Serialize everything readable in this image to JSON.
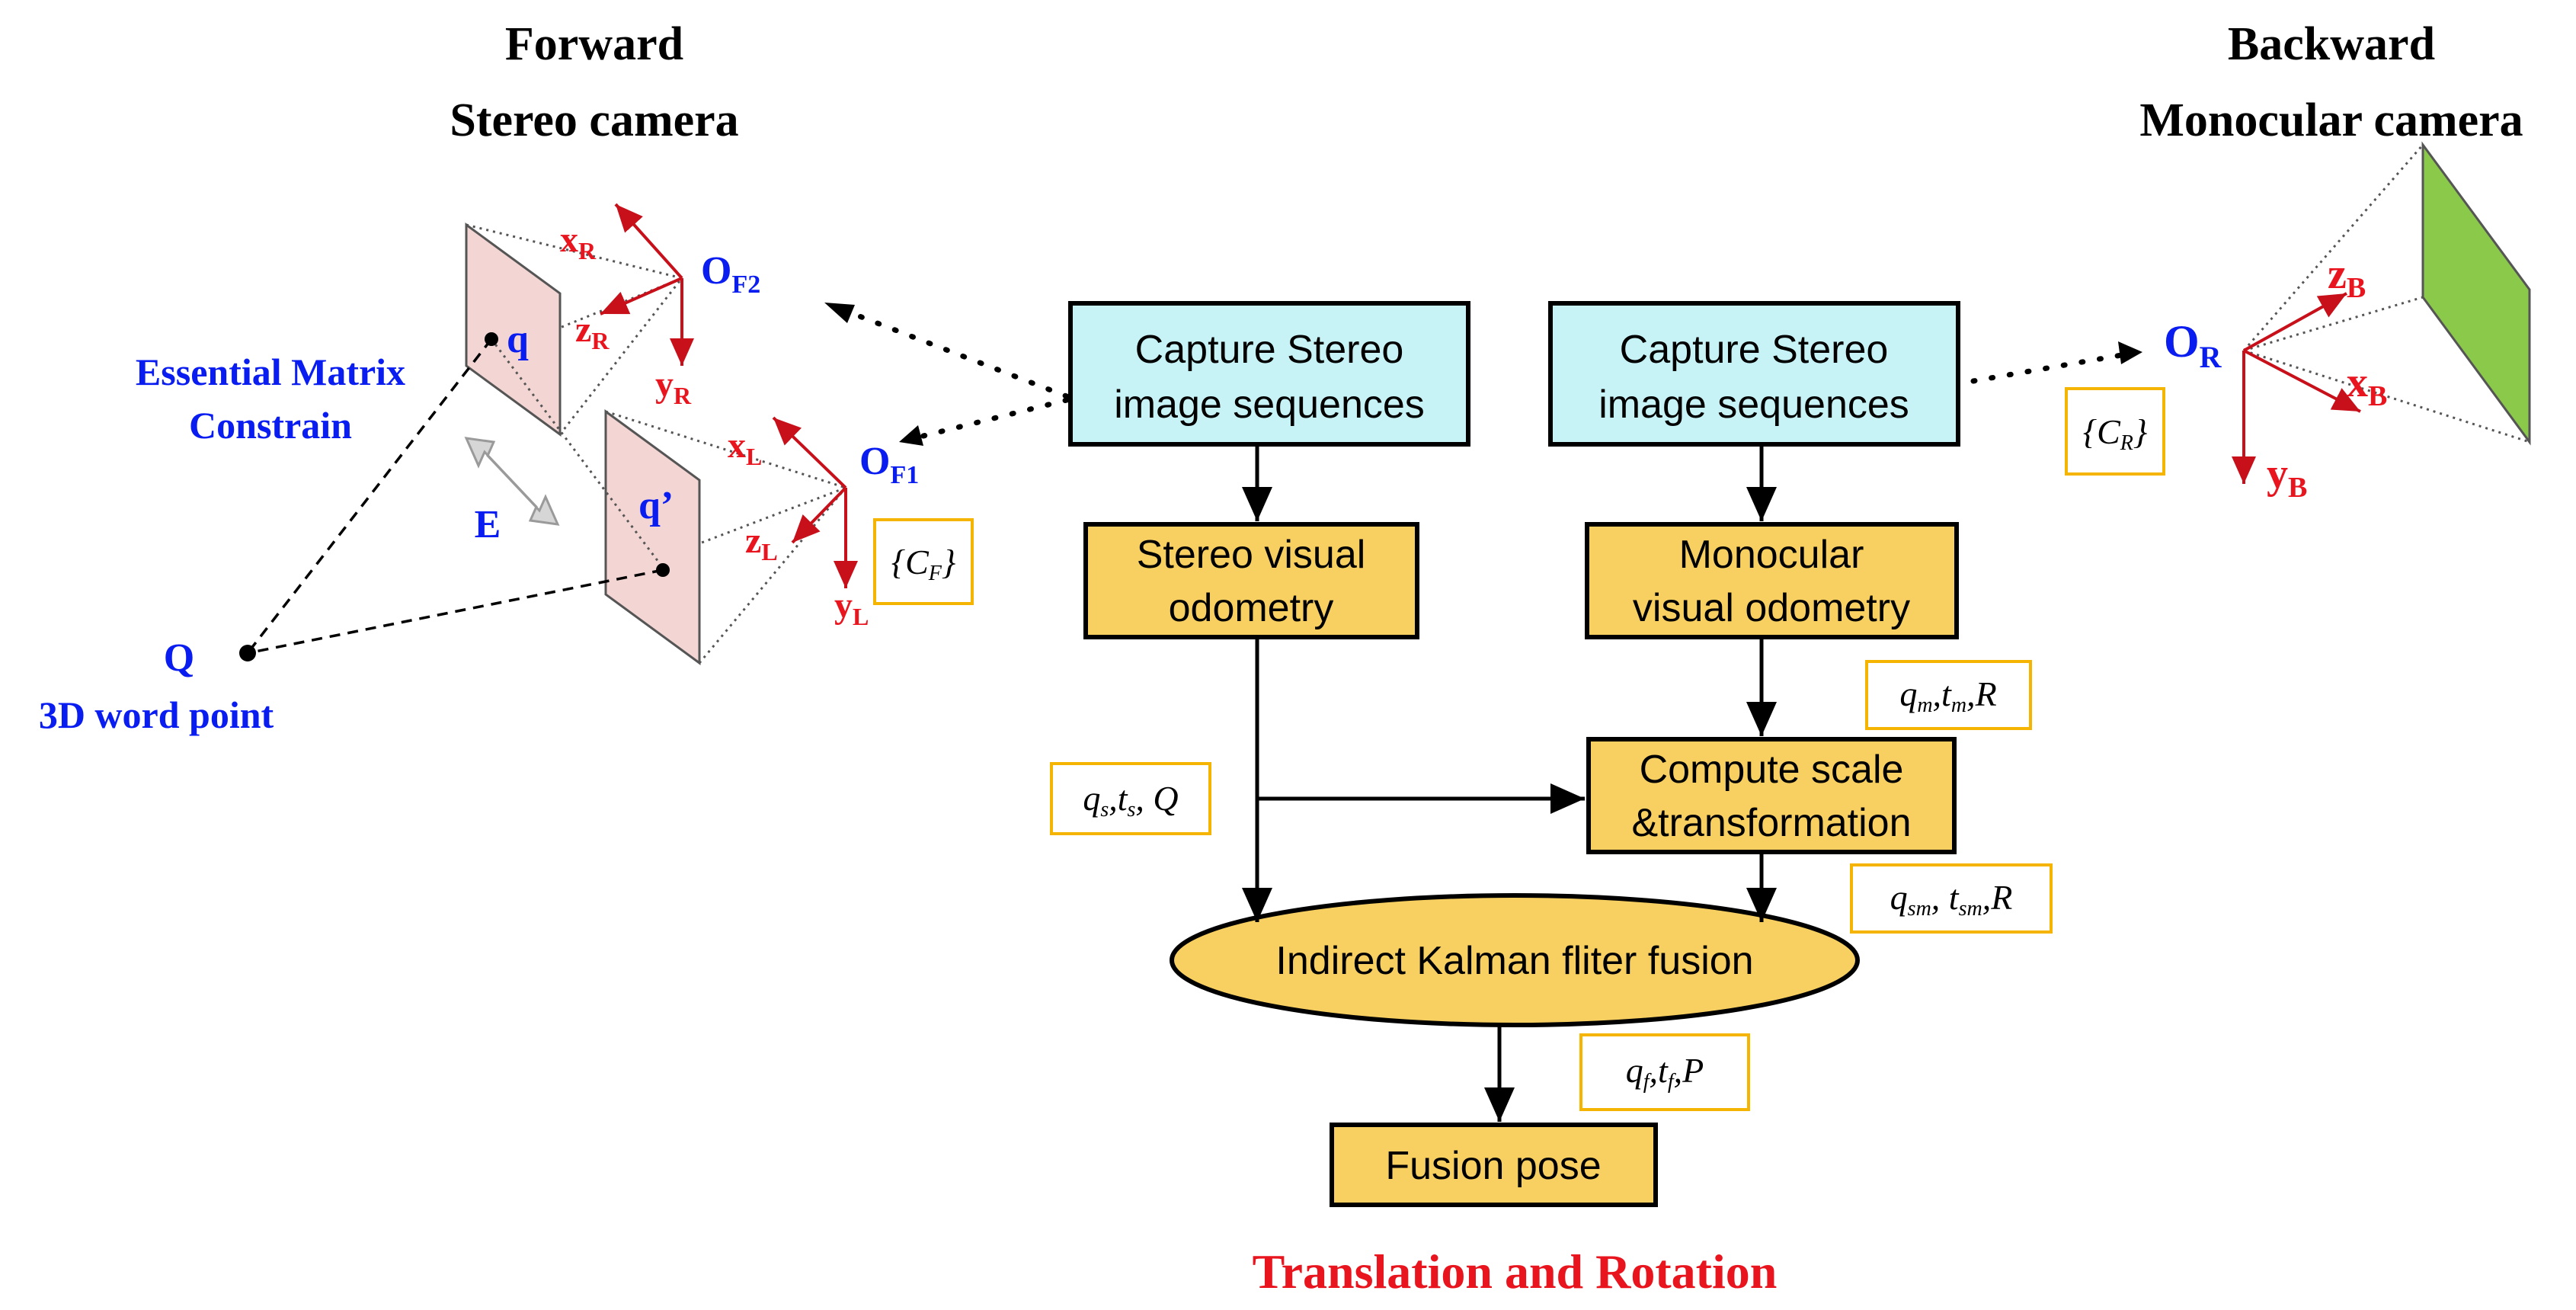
{
  "forward": {
    "title_line1": "Forward",
    "title_line2": "Stereo camera",
    "essential_line1": "Essential Matrix",
    "essential_line2": "Constrain",
    "e_label": "E",
    "q_label": "q",
    "q_prime_label": "q’",
    "point_Q": "Q",
    "point_desc": "3D word point",
    "of2": {
      "main": "O",
      "sub": "F2"
    },
    "of1": {
      "main": "O",
      "sub": "F1"
    },
    "xR": {
      "main": "x",
      "sub": "R"
    },
    "zR": {
      "main": "z",
      "sub": "R"
    },
    "yR": {
      "main": "y",
      "sub": "R"
    },
    "xL": {
      "main": "x",
      "sub": "L"
    },
    "zL": {
      "main": "z",
      "sub": "L"
    },
    "yL": {
      "main": "y",
      "sub": "L"
    },
    "frame": {
      "main": "C",
      "sub": "F"
    }
  },
  "backward": {
    "title_line1": "Backward",
    "title_line2": "Monocular camera",
    "or": {
      "main": "O",
      "sub": "R"
    },
    "zB": {
      "main": "z",
      "sub": "B"
    },
    "xB": {
      "main": "x",
      "sub": "B"
    },
    "yB": {
      "main": "y",
      "sub": "B"
    },
    "frame": {
      "main": "C",
      "sub": "R"
    }
  },
  "flow": {
    "capture_left": [
      "Capture Stereo",
      "image sequences"
    ],
    "capture_right": [
      "Capture Stereo",
      "image sequences"
    ],
    "stereo_vo": [
      "Stereo visual",
      "odometry"
    ],
    "mono_vo": [
      "Monocular",
      "visual odometry"
    ],
    "compute": [
      "Compute scale",
      "&transformation"
    ],
    "kalman": "Indirect Kalman fliter fusion",
    "fusion": "Fusion pose",
    "output_label": "Translation and Rotation"
  },
  "labels": {
    "qs": [
      "q",
      "s",
      ",t",
      "s",
      ", Q"
    ],
    "qm": [
      "q",
      "m",
      ",t",
      "m",
      ",R"
    ],
    "qsm": [
      "q",
      "sm",
      ", t",
      "sm",
      ",R"
    ],
    "qf": [
      "q",
      "f",
      ",t",
      "f",
      ",P"
    ]
  },
  "colors": {
    "capture_fill": "#c7f3f7",
    "process_fill": "#f7d061",
    "frame_border": "#f5b400",
    "axis_red": "#c8101a",
    "label_blue": "#0a1df0",
    "label_red": "#e8141e",
    "image_plane": "#f3d6d3",
    "back_plane": "#8bc94a"
  }
}
